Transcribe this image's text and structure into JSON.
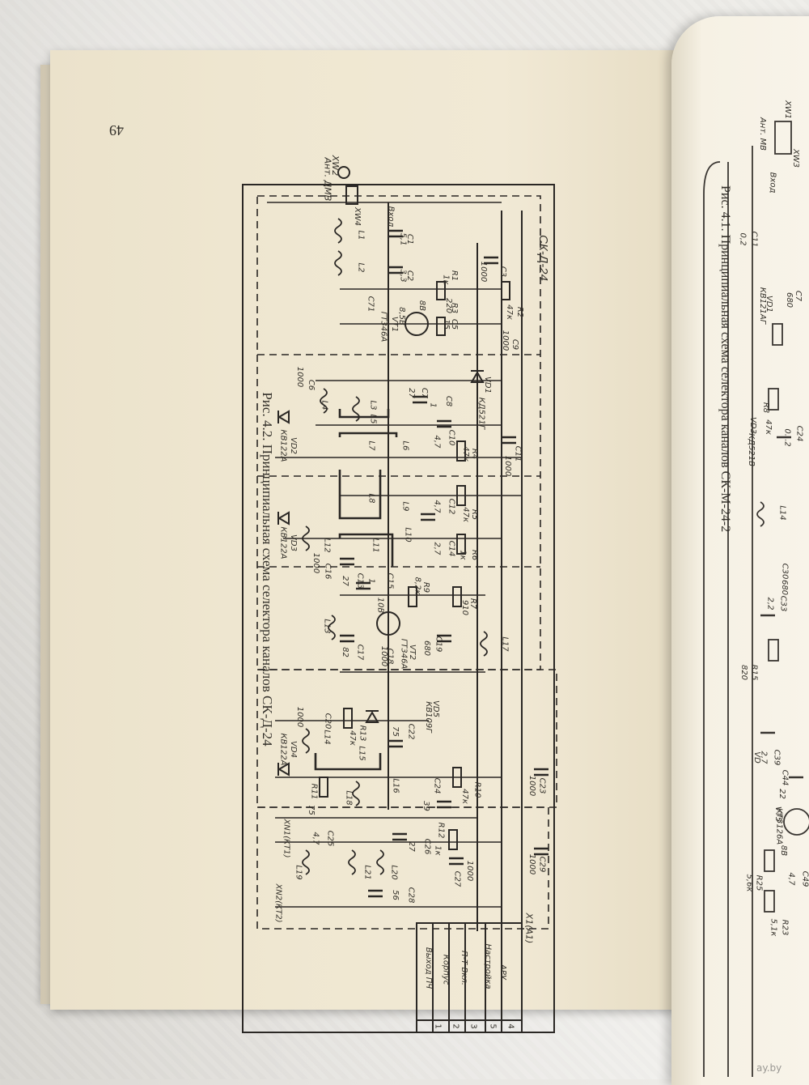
{
  "left_page": {
    "page_number": "49",
    "caption": "Рис. 4.2. Принципиальная схема селектора каналов СК-Д-24",
    "block_title": "СК-Д-24",
    "antenna_label": "Ант. ДМВ",
    "antenna_connector": "XW2",
    "input_connector": "XW4",
    "input_label": "Вход",
    "output_connector": "X1(А1)",
    "test_points": [
      "XN1(КТ1)",
      "XN2(КТ2)"
    ],
    "pins": [
      {
        "num": "4",
        "name": "АРУ"
      },
      {
        "num": "5",
        "name": "Настройка"
      },
      {
        "num": "3",
        "name": "П-Т Вкл."
      },
      {
        "num": "2",
        "name": "Корпус"
      },
      {
        "num": "1",
        "name": "Выход ПЧ"
      }
    ],
    "components": [
      {
        "ref": "C1",
        "value": "5,1"
      },
      {
        "ref": "C2",
        "value": "3,3"
      },
      {
        "ref": "C3",
        "value": "1000"
      },
      {
        "ref": "C5",
        "value": "15"
      },
      {
        "ref": "C6",
        "value": "1000"
      },
      {
        "ref": "C7",
        "value": "27"
      },
      {
        "ref": "C8",
        "value": "1"
      },
      {
        "ref": "C9",
        "value": "1000"
      },
      {
        "ref": "C10",
        "value": "4,7"
      },
      {
        "ref": "C11",
        "value": "1000"
      },
      {
        "ref": "C12",
        "value": "4,7"
      },
      {
        "ref": "C13",
        "value": "27"
      },
      {
        "ref": "C14",
        "value": "2,7"
      },
      {
        "ref": "C15",
        "value": "1"
      },
      {
        "ref": "C16",
        "value": "1000"
      },
      {
        "ref": "C17",
        "value": "82"
      },
      {
        "ref": "C18",
        "value": "1000"
      },
      {
        "ref": "C19",
        "value": "680"
      },
      {
        "ref": "C20",
        "value": "1000"
      },
      {
        "ref": "C22",
        "value": "75"
      },
      {
        "ref": "C23",
        "value": "1000"
      },
      {
        "ref": "C24",
        "value": "39"
      },
      {
        "ref": "C25",
        "value": "4,7"
      },
      {
        "ref": "C26",
        "value": "27"
      },
      {
        "ref": "C27",
        "value": "1000"
      },
      {
        "ref": "C28",
        "value": "56"
      },
      {
        "ref": "C29",
        "value": "1000"
      },
      {
        "ref": "C71",
        "value": ""
      },
      {
        "ref": "R1",
        "value": "1к"
      },
      {
        "ref": "R2",
        "value": "47к"
      },
      {
        "ref": "R3",
        "value": "220"
      },
      {
        "ref": "R4",
        "value": "47к"
      },
      {
        "ref": "R5",
        "value": "47к"
      },
      {
        "ref": "R6",
        "value": "1к"
      },
      {
        "ref": "R7",
        "value": "910"
      },
      {
        "ref": "R9",
        "value": "8,2к"
      },
      {
        "ref": "R10",
        "value": "47к"
      },
      {
        "ref": "R11",
        "value": "75"
      },
      {
        "ref": "R12",
        "value": "1к"
      },
      {
        "ref": "R13",
        "value": "47к"
      },
      {
        "ref": "VT1",
        "value": "ГТ346А"
      },
      {
        "ref": "VT2",
        "value": "ГТ346А"
      },
      {
        "ref": "VD1",
        "value": "КД521Г"
      },
      {
        "ref": "VD2",
        "value": "КВ122А"
      },
      {
        "ref": "VD3",
        "value": "КВ122А"
      },
      {
        "ref": "VD4",
        "value": "КВ122А"
      },
      {
        "ref": "VD5",
        "value": "КВ109Г"
      }
    ],
    "inductors": [
      "L1",
      "L2",
      "L3",
      "L4",
      "L5",
      "L6",
      "L7",
      "L8",
      "L9",
      "L10",
      "L11",
      "L12",
      "L13",
      "L14",
      "L15",
      "L16",
      "L17",
      "L18",
      "L19",
      "L20",
      "L21"
    ],
    "voltages": [
      "8,5В",
      "8В",
      "10В"
    ]
  },
  "right_page": {
    "caption": "Рис. 4.1. Принципиальная схема селектора каналов СК-М-24-2",
    "antenna_label": "Ант. МВ",
    "connectors": [
      "XW1",
      "XW3"
    ],
    "input_label": "Вход",
    "components": [
      {
        "ref": "C11",
        "value": "0,2"
      },
      {
        "ref": "C7",
        "value": "680"
      },
      {
        "ref": "VD1",
        "value": "КВ121АГ"
      },
      {
        "ref": "R8",
        "value": "47к"
      },
      {
        "ref": "VD3",
        "value": "КД521В"
      },
      {
        "ref": "C24",
        "value": "0...2"
      },
      {
        "ref": "L14",
        "value": ""
      },
      {
        "ref": "C30",
        "value": "680"
      },
      {
        "ref": "C33",
        "value": "2,2"
      },
      {
        "ref": "R15",
        "value": "820"
      },
      {
        "ref": "C44",
        "value": "22"
      },
      {
        "ref": "C39",
        "value": "2,7"
      },
      {
        "ref": "VT5",
        "value": "КТ3126А"
      },
      {
        "ref": "R25",
        "value": "5,6к"
      },
      {
        "ref": "R23",
        "value": "5,1к"
      },
      {
        "ref": "C49",
        "value": "4,7"
      },
      {
        "ref": "VD",
        "value": "КС126А"
      },
      {
        "ref": "8В",
        "value": ""
      }
    ]
  },
  "watermark": "ay.by"
}
